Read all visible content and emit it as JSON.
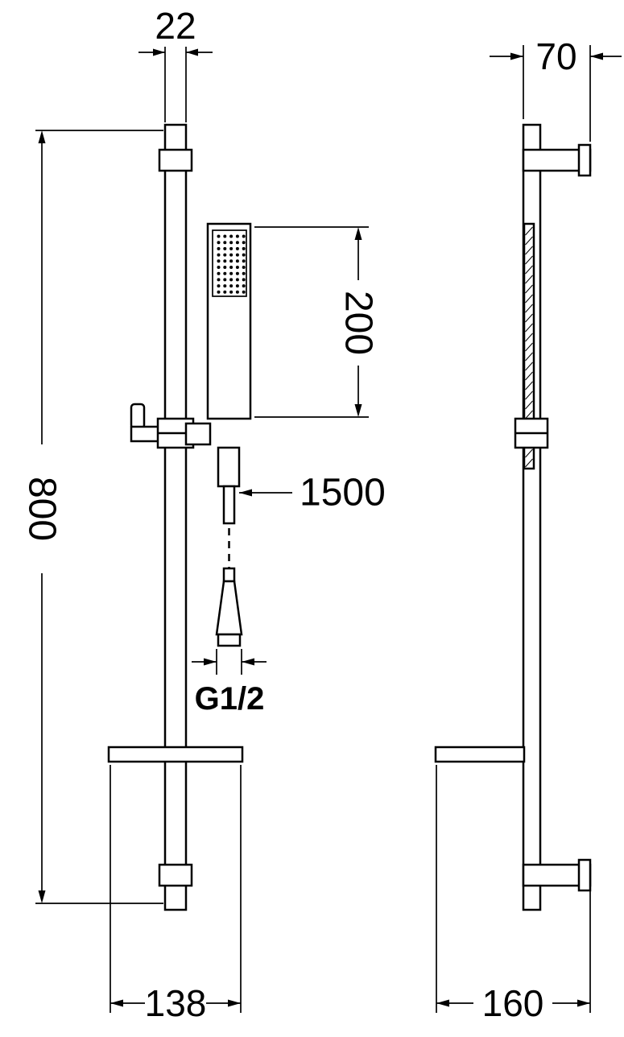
{
  "diagram": {
    "type": "technical-drawing",
    "subject": "shower slide bar set with hand shower, front and side views",
    "colors": {
      "line": "#000000",
      "background": "#ffffff"
    },
    "labels": {
      "bar_width": "22",
      "total_height": "800",
      "handshower_length": "200",
      "hose_length": "1500",
      "thread_size": "G1/2",
      "front_shelf_width": "138",
      "bracket_depth": "70",
      "side_shelf_depth": "160"
    }
  }
}
